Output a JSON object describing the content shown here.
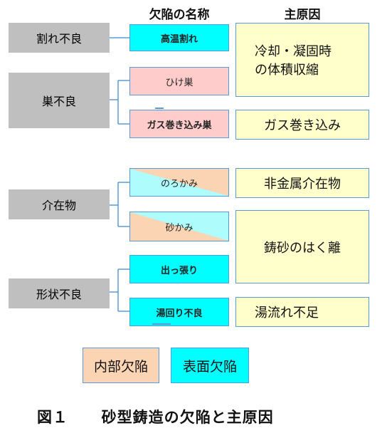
{
  "headers": {
    "defect_name": "欠陥の名称",
    "main_cause": "主原因"
  },
  "categories": [
    {
      "id": "wari",
      "label": "割れ不良"
    },
    {
      "id": "su",
      "label": "巣不良"
    },
    {
      "id": "kaizai",
      "label": "介在物"
    },
    {
      "id": "keijo",
      "label": "形状不良"
    }
  ],
  "defects": [
    {
      "label": "高温割れ",
      "type": "表面欠陥",
      "color": "#00ffff"
    },
    {
      "label": "ひけ巣",
      "type": "内部欠陥",
      "color": "#ffcccc"
    },
    {
      "label": "ガス巻き込み巣",
      "type": "内部欠陥",
      "color": "#ffcccc"
    },
    {
      "label": "のろかみ",
      "type": "内部欠陥・表面欠陥",
      "color": "split"
    },
    {
      "label": "砂かみ",
      "type": "内部欠陥・表面欠陥",
      "color": "split"
    },
    {
      "label": "出っ張り",
      "type": "表面欠陥",
      "color": "#00ffff"
    },
    {
      "label": "湯回り不良",
      "type": "表面欠陥",
      "color": "#00ffff"
    }
  ],
  "causes": [
    {
      "line1": "冷却・凝固時",
      "line2": "の体積収縮"
    },
    {
      "line1": "ガス巻き込み"
    },
    {
      "line1": "非金属介在物"
    },
    {
      "line1": "鋳砂のはく離"
    },
    {
      "line1": "湯流れ不足"
    }
  ],
  "legend": {
    "internal": "内部欠陥",
    "surface": "表面欠陥"
  },
  "colors": {
    "internal": "#fbd4b4",
    "surface": "#00ffff",
    "pink": "#ffcccc",
    "cause_bg": "#ffffcc",
    "border": "#5b9bd5",
    "category": "#bfbfbf"
  },
  "caption": {
    "figure_no": "図１",
    "title": "砂型鋳造の欠陥と主原因"
  }
}
